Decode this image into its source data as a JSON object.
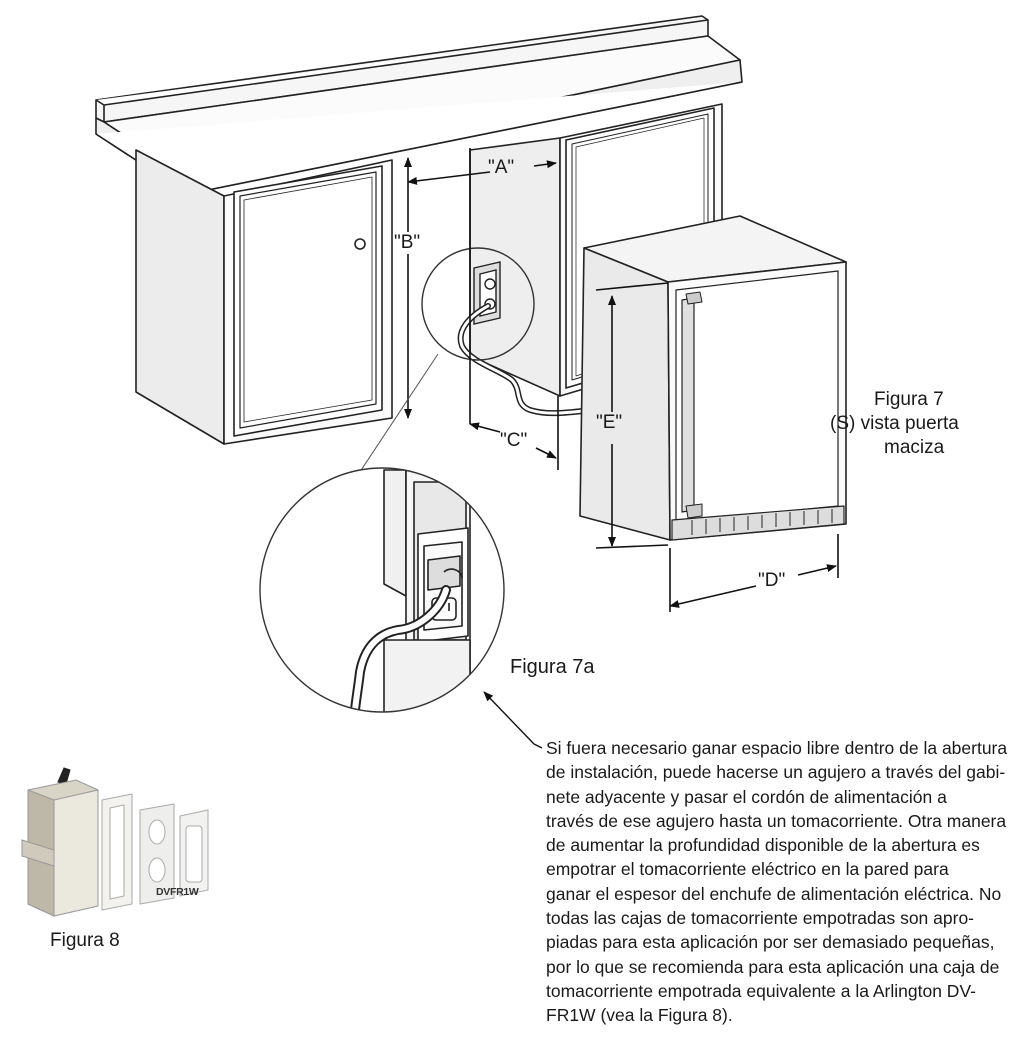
{
  "dimension_labels": {
    "a": "\"A\"",
    "b": "\"B\"",
    "c": "\"C\"",
    "d": "\"D\"",
    "e": "\"E\""
  },
  "figure7": {
    "lines": [
      "Figura 7",
      "(S) vista puerta",
      "maciza"
    ]
  },
  "figure7a": {
    "caption": "Figura 7a"
  },
  "figure8": {
    "caption": "Figura 8",
    "product_label": "DVFR1W"
  },
  "note": {
    "lines": [
      "Si fuera necesario ganar espacio libre dentro de la abertura",
      "de instalación, puede hacerse un agujero a través del gabi-",
      "nete adyacente y pasar el cordón de alimentación a",
      "través de ese agujero hasta un tomacorriente. Otra manera",
      "de aumentar la profundidad disponible de la abertura es",
      "empotrar el tomacorriente eléctrico en la pared para",
      "ganar el espesor del enchufe de alimentación eléctrica. No",
      "todas las cajas de tomacorriente empotradas son apro-",
      "piadas para esta aplicación por ser demasiado pequeñas,",
      "por lo que se recomienda para esta aplicación una caja de",
      "tomacorriente empotrada equivalente a la Arlington DV-",
      "FR1W (vea la Figura 8)."
    ]
  }
}
